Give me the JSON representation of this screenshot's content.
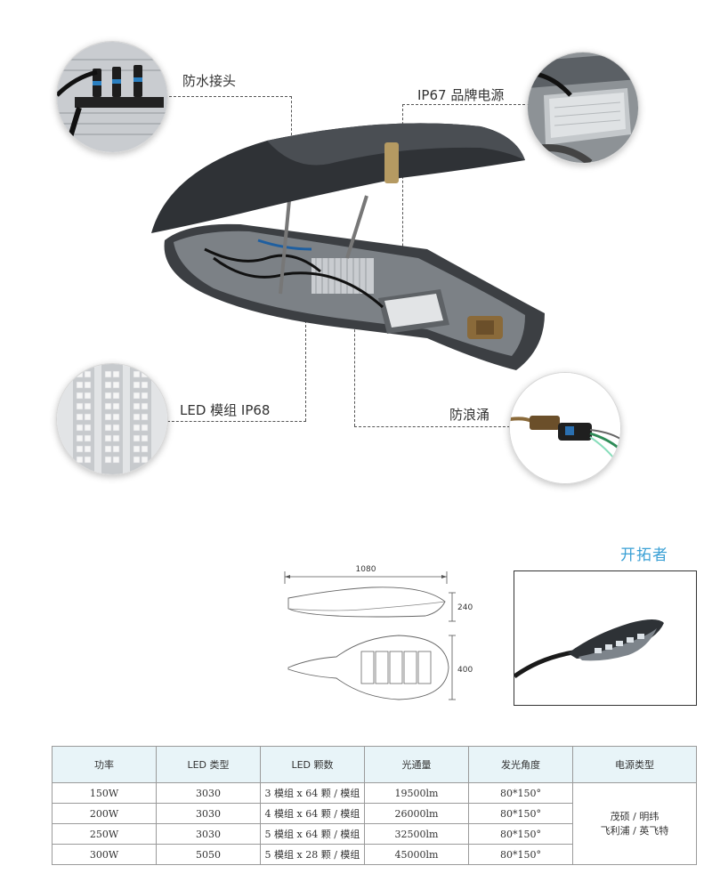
{
  "callouts": {
    "waterproof_connector": "防水接头",
    "power_supply": "IP67 品牌电源",
    "led_module": "LED 模组  IP68",
    "surge_protector": "防浪涌"
  },
  "brand": "开拓者",
  "dimensions": {
    "length": "1080",
    "height": "240",
    "width": "400"
  },
  "table": {
    "headers": [
      "功率",
      "LED 类型",
      "LED 颗数",
      "光通量",
      "发光角度",
      "电源类型"
    ],
    "rows": [
      [
        "150W",
        "3030",
        "3 模组 x 64 颗 / 模组",
        "19500lm",
        "80*150°"
      ],
      [
        "200W",
        "3030",
        "4 模组 x 64 颗 / 模组",
        "26000lm",
        "80*150°"
      ],
      [
        "250W",
        "3030",
        "5 模组 x 64 颗 / 模组",
        "32500lm",
        "80*150°"
      ],
      [
        "300W",
        "5050",
        "5 模组 x 28 颗 / 模组",
        "45000lm",
        "80*150°"
      ]
    ],
    "power_supply_line1": "茂硕 / 明纬",
    "power_supply_line2": "飞利浦 / 英飞特"
  }
}
